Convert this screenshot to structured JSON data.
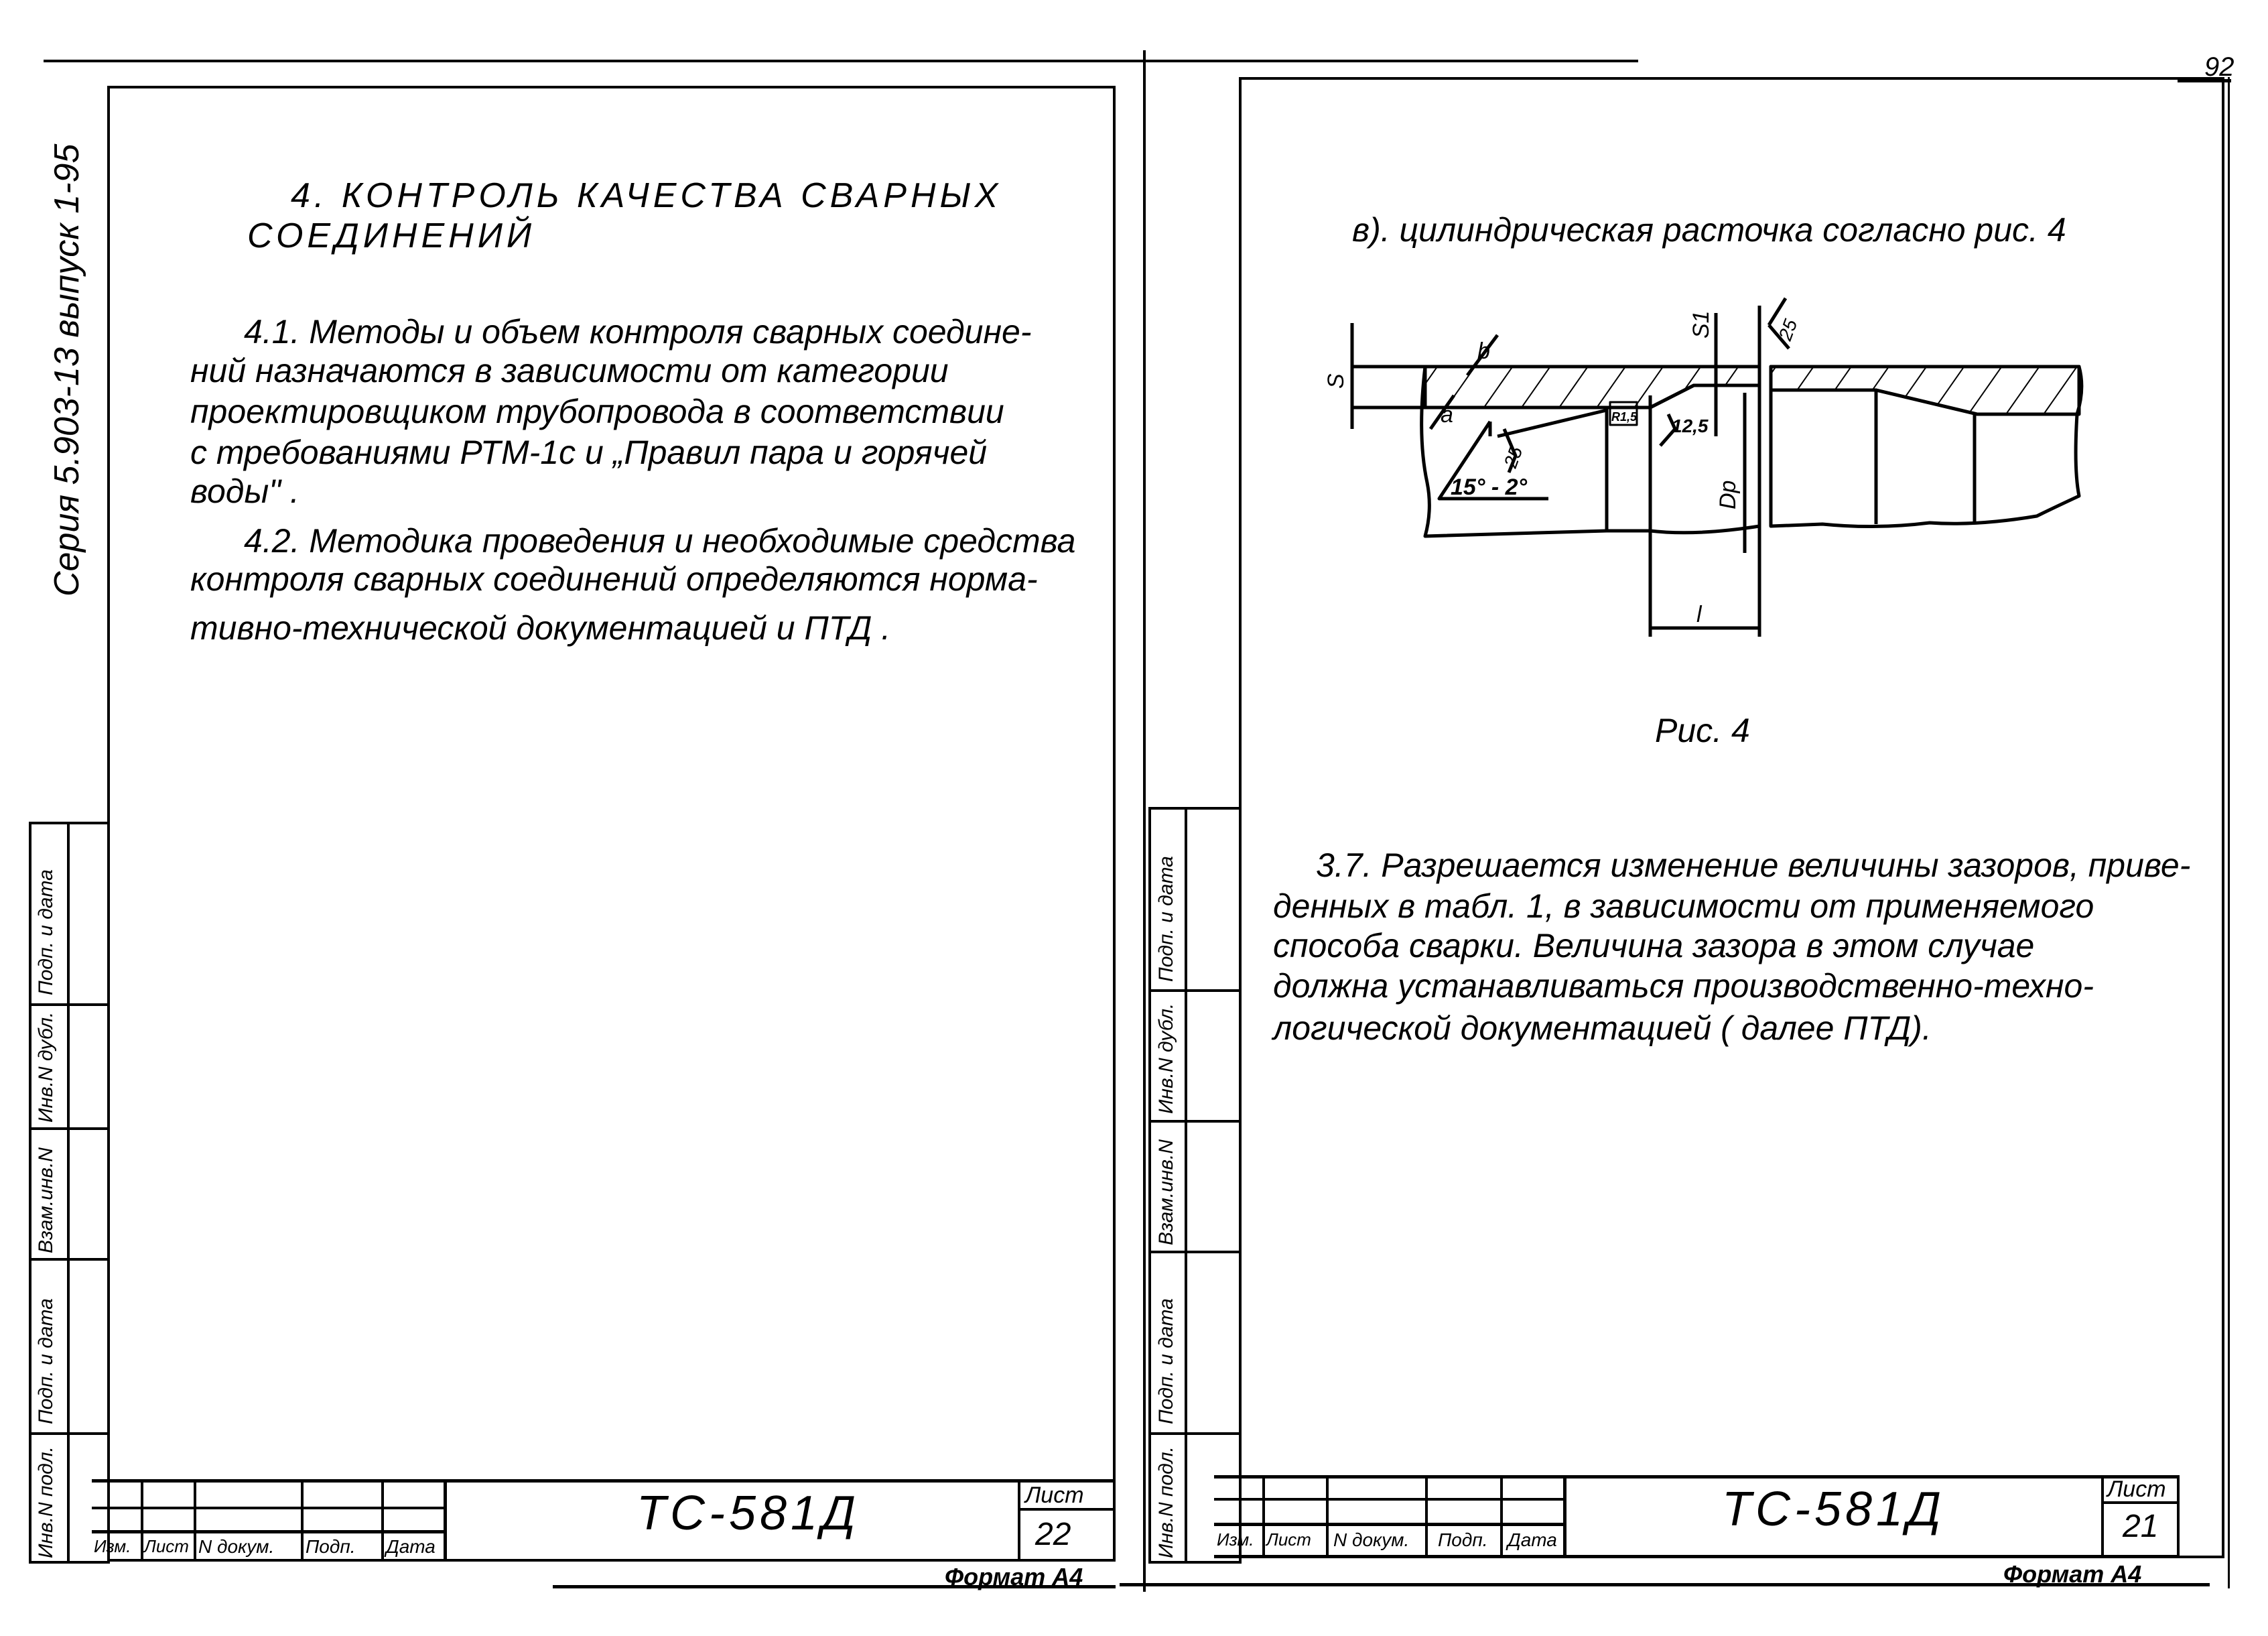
{
  "sheet_number_top": "92",
  "left_page": {
    "series_label": "Серия 5.903-13 выпуск 1-95",
    "heading_line1": "4.  КОНТРОЛЬ  КАЧЕСТВА  СВАРНЫХ",
    "heading_line2": "СОЕДИНЕНИЙ",
    "paragraph_lines": [
      "4.1. Методы и объем контроля сварных соедине-",
      "ний назначаются в зависимости от категории",
      "проектировщиком трубопровода в соответствии",
      "с требованиями РТМ-1с и „Правил пара и горячей",
      "воды\" .",
      "4.2. Методика проведения и необходимые средства",
      "контроля сварных соединений определяются норма-",
      "тивно-технической документацией и ПТД ."
    ],
    "stamp_labels": [
      "Подп. и дата",
      "Инв.N дубл.",
      "Взам.инв.N",
      "Подп. и дата",
      "Инв.N подл."
    ],
    "title_block": {
      "columns": [
        "Изм.",
        "Лист",
        "N докум.",
        "Подп.",
        "Дата"
      ],
      "document_code": "ТС-581Д",
      "sheet_label": "Лист",
      "sheet_number": "22",
      "format": "Формат А4"
    }
  },
  "right_page": {
    "subheading": "в). цилиндрическая  расточка согласно рис. 4",
    "figure": {
      "caption": "Рис. 4",
      "labels": {
        "s": "S",
        "s1": "S1",
        "dp": "Dp",
        "l": "l",
        "angle": "15° - 2°",
        "rough_25a": "25",
        "rough_25b": "25",
        "rough_12_5": "12,5",
        "rough_r1_5": "R1,5",
        "a": "a",
        "b": "b"
      }
    },
    "paragraph_lines": [
      "3.7. Разрешается изменение величины зазоров, приве-",
      "денных в табл. 1, в зависимости от применяемого",
      "способа сварки.  Величина зазора в этом случае",
      "должна устанавливаться производственно-техно-",
      "логической документацией ( далее ПТД)."
    ],
    "stamp_labels": [
      "Подп. и дата",
      "Инв.N дубл.",
      "Взам.инв.N",
      "Подп. и дата",
      "Инв.N подл."
    ],
    "title_block": {
      "columns": [
        "Изм.",
        "Лист",
        "N докум.",
        "Подп.",
        "Дата"
      ],
      "document_code": "ТС-581Д",
      "sheet_label": "Лист",
      "sheet_number": "21",
      "format": "Формат А4"
    }
  }
}
